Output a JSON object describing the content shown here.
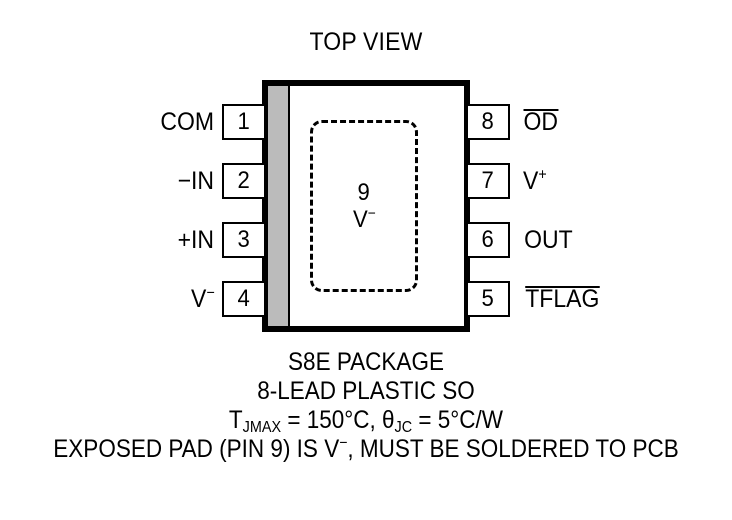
{
  "title": "TOP VIEW",
  "package": {
    "body_fill": "#FFFFFF",
    "body_stroke": "#000000",
    "pin1_marker_color": "#BBBBBB",
    "exposed_pad": {
      "number": "9",
      "label_base": "V",
      "label_sign": "−",
      "style": "dashed"
    }
  },
  "pins": {
    "left": [
      {
        "number": "1",
        "label": "COM",
        "overline": false,
        "sign": ""
      },
      {
        "number": "2",
        "label": "−IN",
        "overline": false,
        "sign": ""
      },
      {
        "number": "3",
        "label": "+IN",
        "overline": false,
        "sign": ""
      },
      {
        "number": "4",
        "label": "V",
        "overline": false,
        "sign": "−"
      }
    ],
    "right": [
      {
        "number": "8",
        "label": "OD",
        "overline": true,
        "sign": ""
      },
      {
        "number": "7",
        "label": "V",
        "overline": false,
        "sign": "+"
      },
      {
        "number": "6",
        "label": "OUT",
        "overline": false,
        "sign": ""
      },
      {
        "number": "5",
        "label": "TFLAG",
        "overline": true,
        "sign": ""
      }
    ]
  },
  "captions": {
    "line1": "S8E PACKAGE",
    "line2": "8-LEAD PLASTIC SO",
    "line3": {
      "t_symbol": "T",
      "t_subscript": "JMAX",
      "t_value": " = 150°C, ",
      "theta_symbol": "θ",
      "theta_subscript": "JC",
      "theta_value": " = 5°C/W"
    },
    "line4_part1": "EXPOSED PAD (PIN 9) IS V",
    "line4_sign": "−",
    "line4_part2": ", MUST BE SOLDERED TO PCB"
  }
}
